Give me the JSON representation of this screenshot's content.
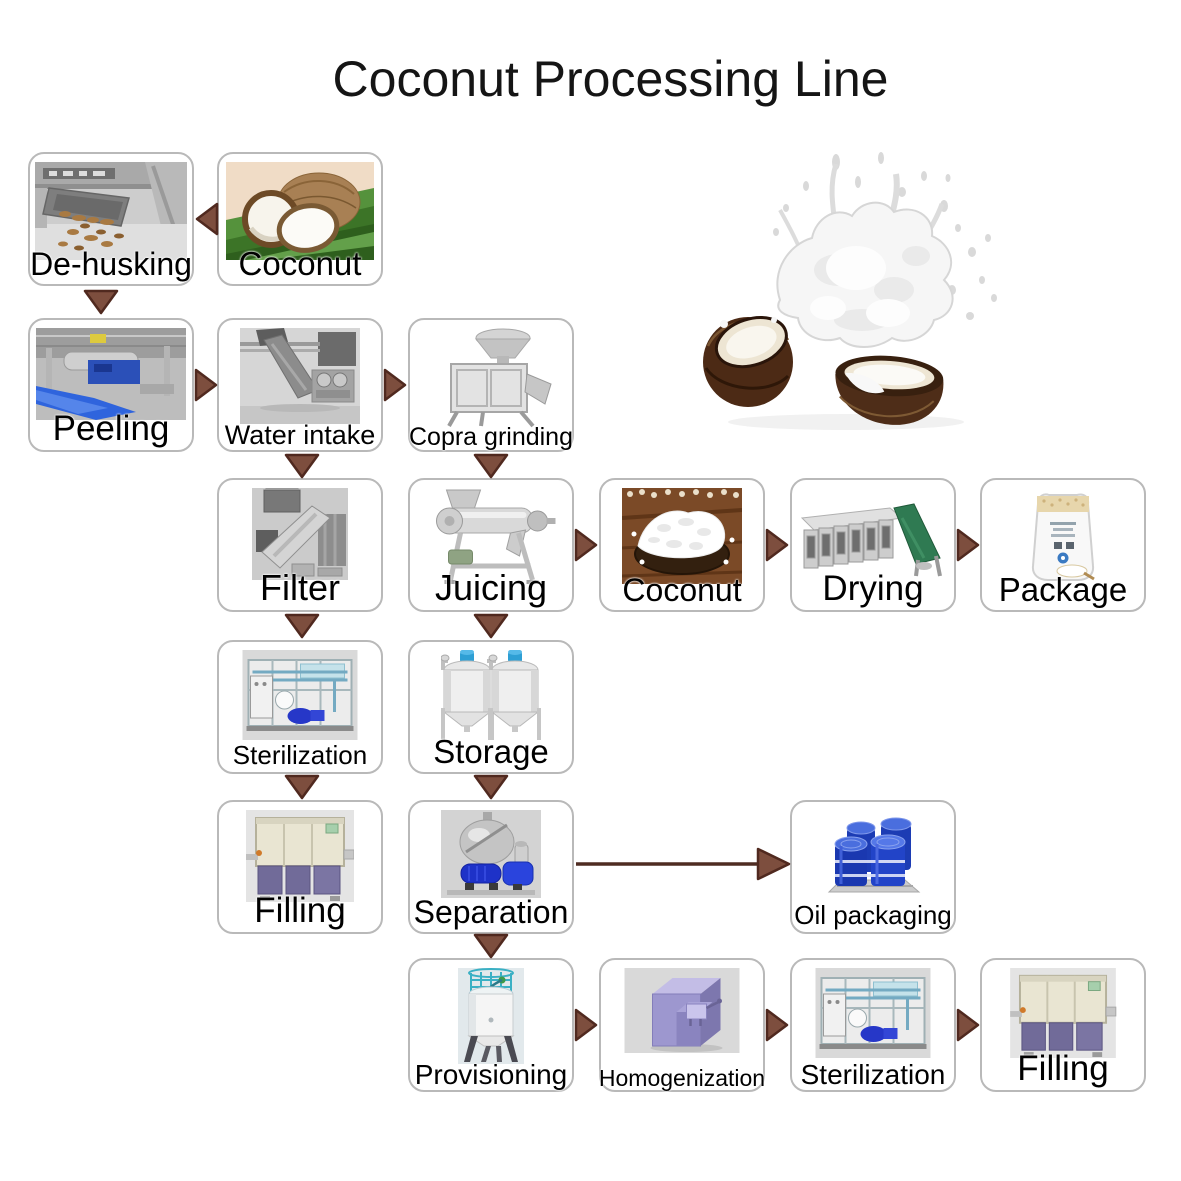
{
  "title": "Coconut Processing Line",
  "colors": {
    "arrow_fill": "#7d4e3e",
    "arrow_stroke": "#50291f",
    "connector_line": "#4f2c22",
    "box_border": "#b9b9b9",
    "label_color": "#000000",
    "background": "#ffffff"
  },
  "nodes": [
    {
      "id": "dehusking",
      "label": "De-husking"
    },
    {
      "id": "coconut",
      "label": "Coconut"
    },
    {
      "id": "peeling",
      "label": "Peeling"
    },
    {
      "id": "water-intake",
      "label": "Water intake"
    },
    {
      "id": "copra-grinding",
      "label": "Copra grinding"
    },
    {
      "id": "filter",
      "label": "Filter"
    },
    {
      "id": "juicing",
      "label": "Juicing"
    },
    {
      "id": "coconut-shredded",
      "label": "Coconut"
    },
    {
      "id": "drying",
      "label": "Drying"
    },
    {
      "id": "package",
      "label": "Package"
    },
    {
      "id": "sterilization-1",
      "label": "Sterilization"
    },
    {
      "id": "storage",
      "label": "Storage"
    },
    {
      "id": "filling-1",
      "label": "Filling"
    },
    {
      "id": "separation",
      "label": "Separation"
    },
    {
      "id": "oil-packaging",
      "label": "Oil packaging"
    },
    {
      "id": "provisioning",
      "label": "Provisioning"
    },
    {
      "id": "homogenization",
      "label": "Homogenization"
    },
    {
      "id": "sterilization-2",
      "label": "Sterilization"
    },
    {
      "id": "filling-2",
      "label": "Filling"
    }
  ],
  "flows": [
    "Coconut → De-husking → Peeling → Water intake → Copra grinding → Juicing",
    "Water intake → Filter → Sterilization → Filling",
    "Juicing → Coconut → Drying → Package",
    "Juicing → Storage → Separation → Oil packaging",
    "Separation → Provisioning → Homogenization → Sterilization → Filling"
  ]
}
